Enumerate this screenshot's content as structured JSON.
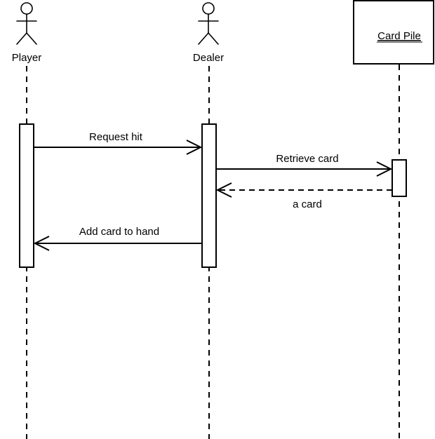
{
  "actors": [
    {
      "name": "Player"
    },
    {
      "name": "Dealer"
    }
  ],
  "object": {
    "name": "Card Pile"
  },
  "messages": [
    {
      "label": "Request hit",
      "style": "solid"
    },
    {
      "label": "Retrieve card",
      "style": "solid"
    },
    {
      "label": "a card",
      "style": "dashed"
    },
    {
      "label": "Add card to hand",
      "style": "solid"
    }
  ],
  "colors": {
    "stroke": "#000000",
    "background": "#ffffff"
  }
}
